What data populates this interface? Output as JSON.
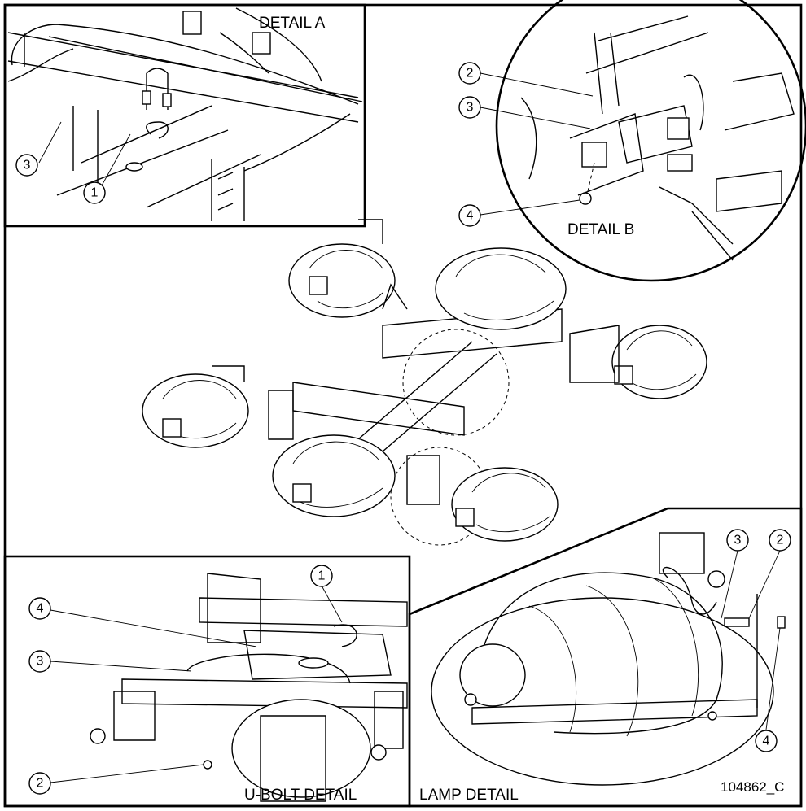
{
  "details": {
    "a": "DETAIL A",
    "b": "DETAIL B",
    "ubolt": "U-BOLT DETAIL",
    "lamp": "LAMP DETAIL"
  },
  "drawing_number": "104862_C",
  "callouts": {
    "a": [
      "3",
      "1"
    ],
    "b": [
      "2",
      "3",
      "4"
    ],
    "ubolt": [
      "1",
      "4",
      "3",
      "2"
    ],
    "lamp": [
      "3",
      "2",
      "4"
    ]
  }
}
